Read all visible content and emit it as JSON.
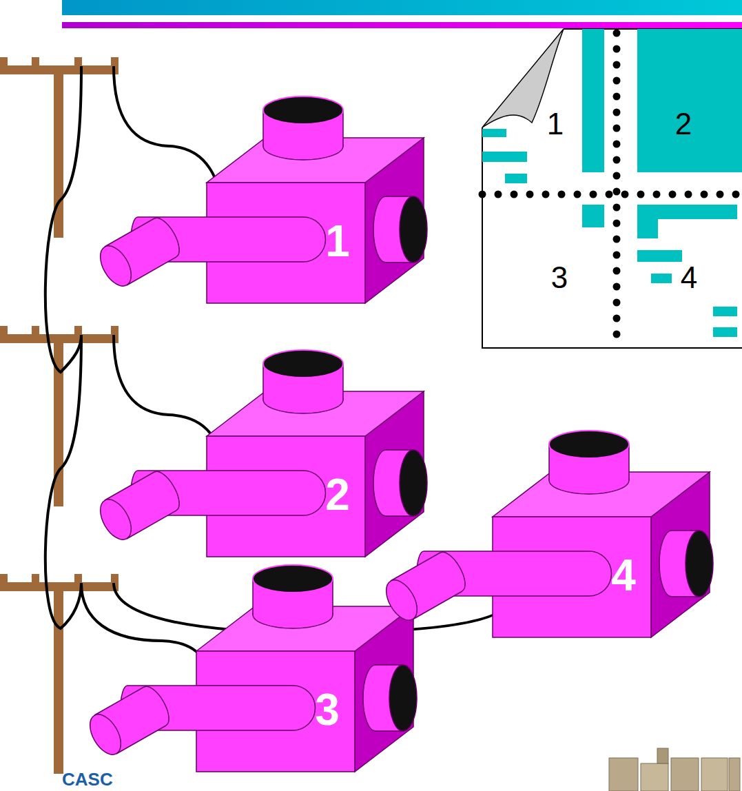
{
  "diagram": {
    "nodes": [
      {
        "text": [
          "1"
        ]
      },
      {
        "text": [
          "2"
        ]
      },
      {
        "text": [
          "3"
        ]
      },
      {
        "text": [
          "4"
        ]
      }
    ],
    "labels": [
      "1",
      "2",
      "3",
      "4",
      "CASC"
    ]
  }
}
